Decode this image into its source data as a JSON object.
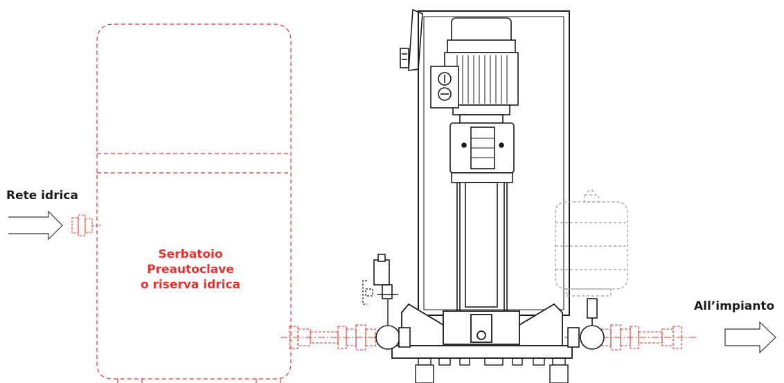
{
  "labels": {
    "inlet": "Rete idrica",
    "outlet": "All’impianto",
    "tank_lines": [
      "Serbatoio",
      "Preautoclave",
      "o riserva idrica"
    ]
  },
  "colors": {
    "accent_red": "#e8312b",
    "line": "#1a1a1a",
    "hidden_part": "#9a9a9a"
  }
}
